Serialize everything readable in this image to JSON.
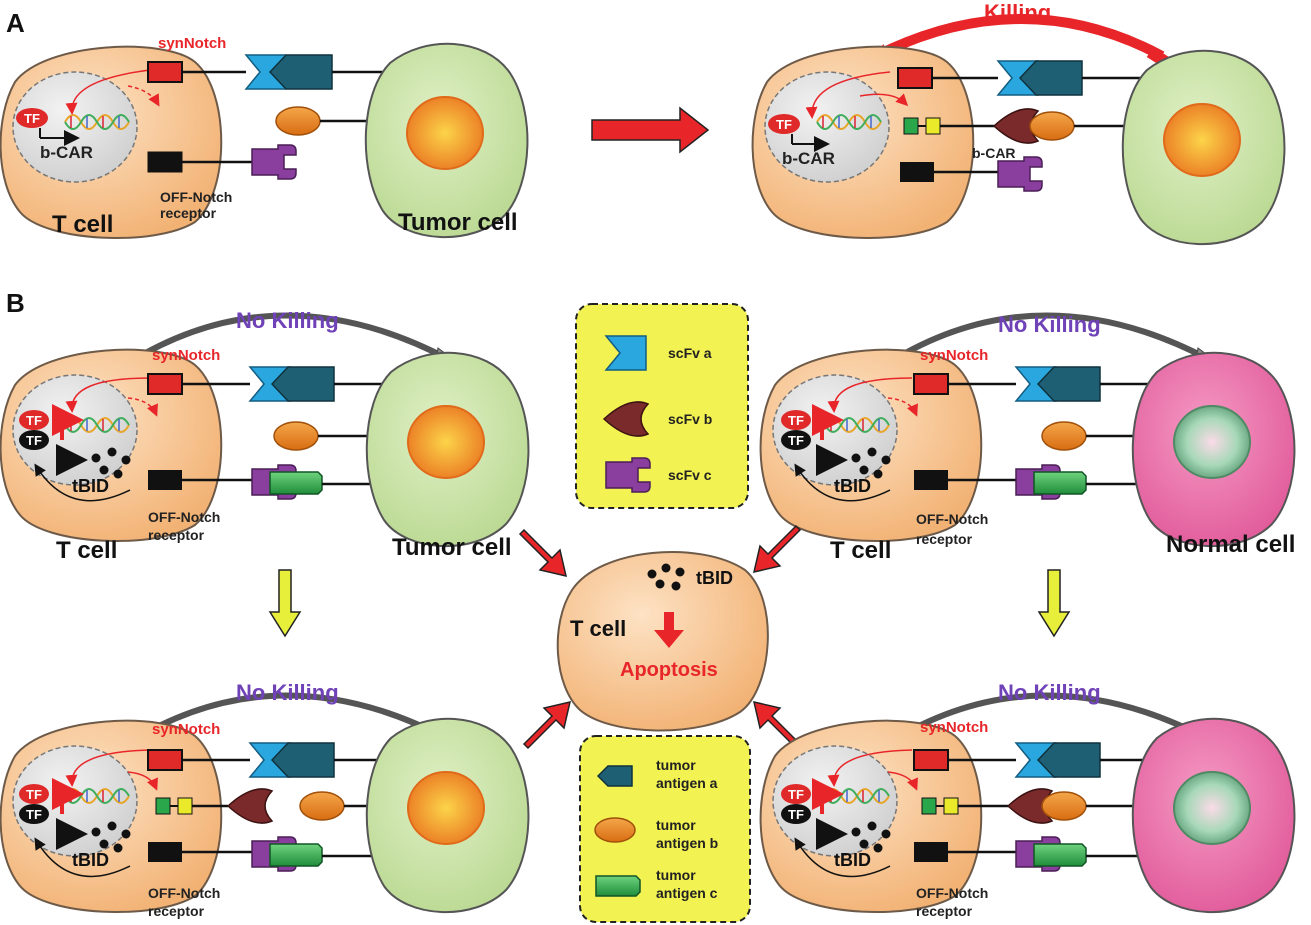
{
  "labels": {
    "panel_a": "A",
    "panel_b": "B",
    "synnotch": "synNotch",
    "tf": "TF",
    "bcar": "b-CAR",
    "off_notch_line1": "OFF-Notch",
    "off_notch_line2": "receptor",
    "t_cell": "T cell",
    "tumor_cell": "Tumor cell",
    "normal_cell": "Normal cell",
    "killing": "Killing",
    "no_killing": "No Killing",
    "tbid": "tBID",
    "apoptosis": "Apoptosis"
  },
  "legend_scfv": [
    {
      "icon": "scfv-a-icon",
      "label": "scFv a",
      "color": "#2aa7df"
    },
    {
      "icon": "scfv-b-icon",
      "label": "scFv b",
      "color": "#7a2a2a"
    },
    {
      "icon": "scfv-c-icon",
      "label": "scFv c",
      "color": "#8a3f9e"
    }
  ],
  "legend_antigen": [
    {
      "icon": "tumor-antigen-a-icon",
      "line1": "tumor",
      "line2": "antigen a",
      "color": "#1f5f73"
    },
    {
      "icon": "tumor-antigen-b-icon",
      "line1": "tumor",
      "line2": "antigen b",
      "color": "#e9861f"
    },
    {
      "icon": "tumor-antigen-c-icon",
      "line1": "tumor",
      "line2": "antigen c",
      "color": "#27a84a"
    }
  ],
  "colors": {
    "t_cell": "#f7c391",
    "tumor_cell": "#c6e0a3",
    "normal_cell": "#e86aa7",
    "nucleus": "#e4e4e4",
    "legend_bg": "#f2f252",
    "red_arrow": "#e8262a",
    "yellow_arrow": "#e7ef3a",
    "synnotch_red": "#e02a2a",
    "orange": "#e9861f"
  }
}
